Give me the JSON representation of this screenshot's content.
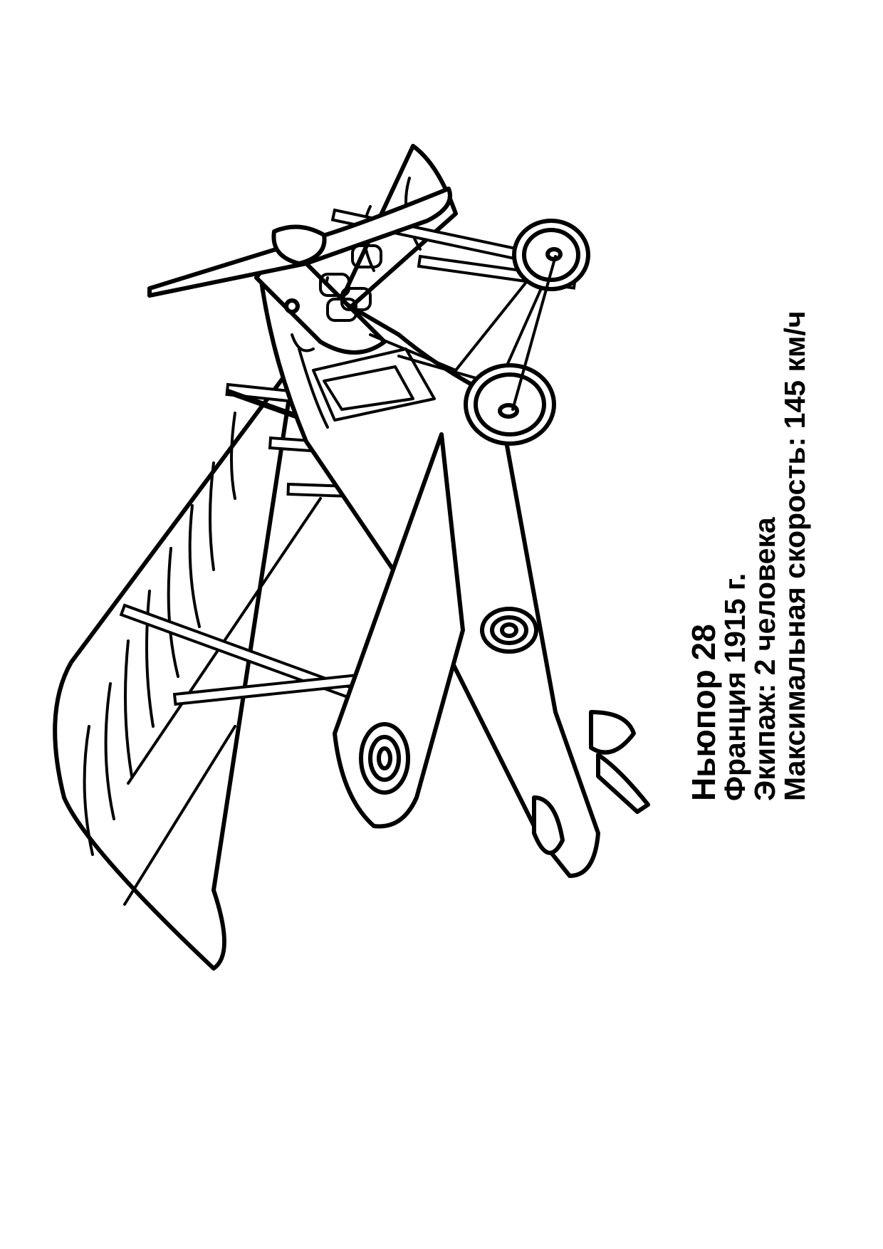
{
  "caption": {
    "title": "Ньюпор 28",
    "country": "Франция 1915 г.",
    "crew": "Экипаж: 2 человека",
    "speed": "Максимальная скорость: 145 км/ч"
  },
  "colors": {
    "line": "#000000",
    "background": "#ffffff"
  },
  "illustration": {
    "subject": "biplane-line-drawing"
  }
}
